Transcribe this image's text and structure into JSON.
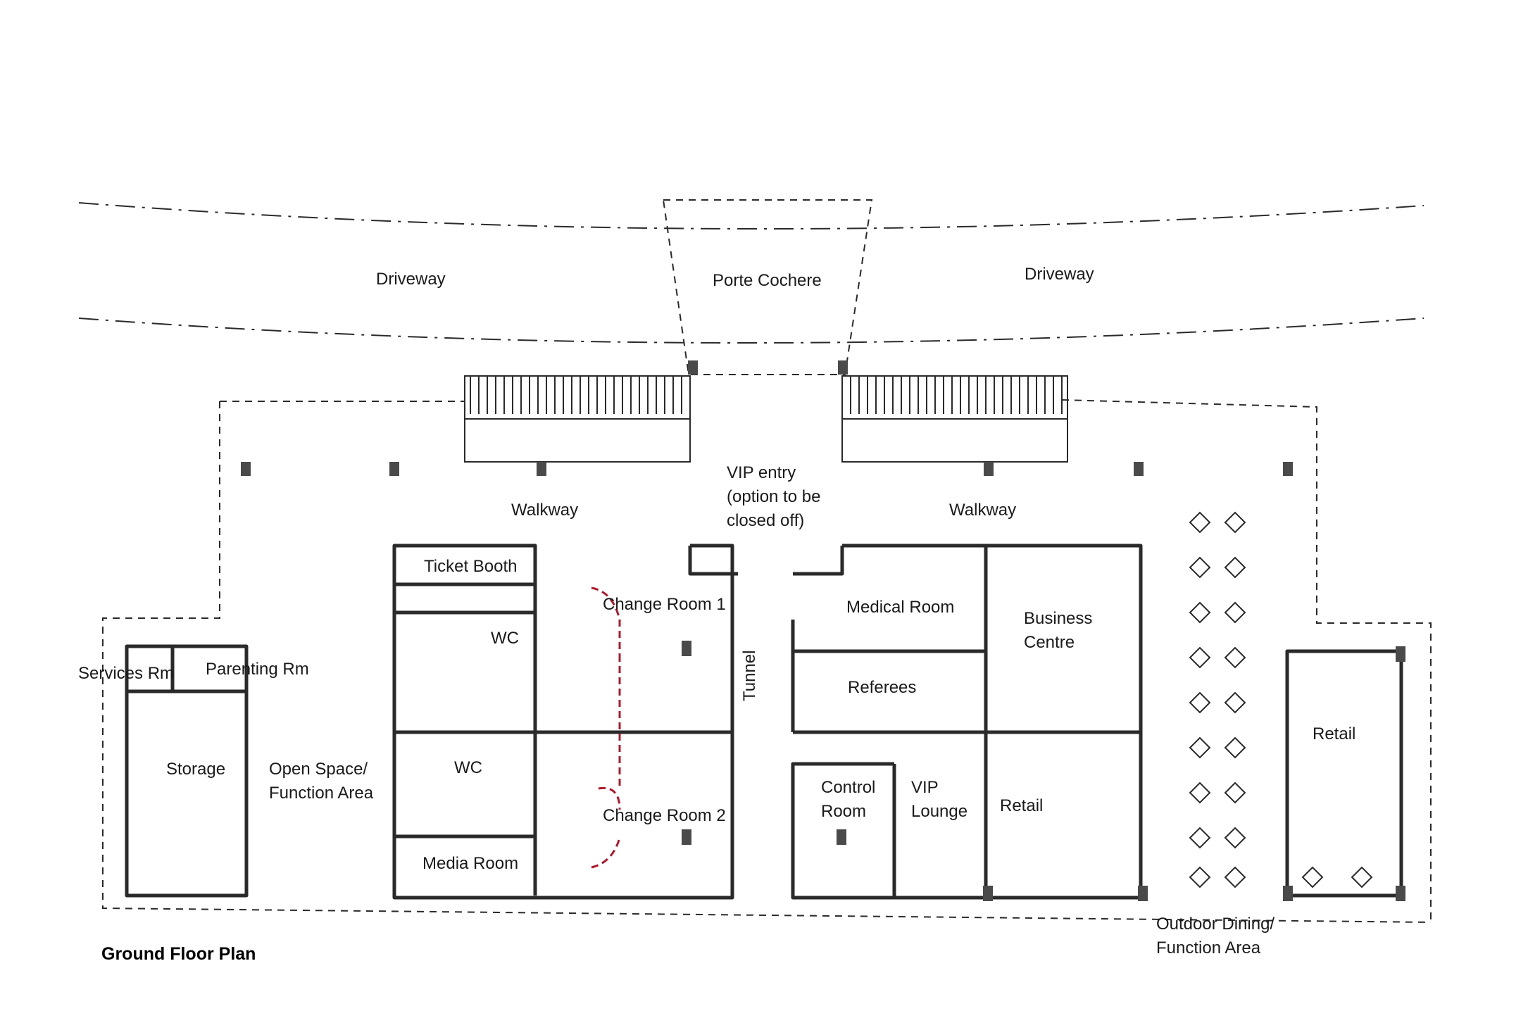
{
  "title": "Ground Floor Plan",
  "labels": {
    "driveway_left": "Driveway",
    "porte_cochere": "Porte Cochere",
    "driveway_right": "Driveway",
    "vip_entry": "VIP entry\n(option to be\nclosed off)",
    "walkway_left": "Walkway",
    "walkway_right": "Walkway",
    "ticket_booth": "Ticket Booth",
    "change_room_1": "Change Room 1",
    "medical_room": "Medical Room",
    "business_centre": "Business\nCentre",
    "wc_upper": "WC",
    "services_rm": "Services Rm",
    "parenting_rm": "Parenting Rm",
    "referees": "Referees",
    "tunnel": "Tunnel",
    "retail_east": "Retail",
    "storage": "Storage",
    "wc_lower": "WC",
    "open_space": "Open Space/\nFunction Area",
    "control_room": "Control\nRoom",
    "vip_lounge": "VIP\nLounge",
    "retail_middle": "Retail",
    "change_room_2": "Change Room 2",
    "media_room": "Media Room",
    "outdoor_dining": "Outdoor Dining/\nFunction Area"
  },
  "colors": {
    "ink": "#2a2a2a",
    "column_fill": "#4a4a4a",
    "door_red": "#b0182a"
  }
}
